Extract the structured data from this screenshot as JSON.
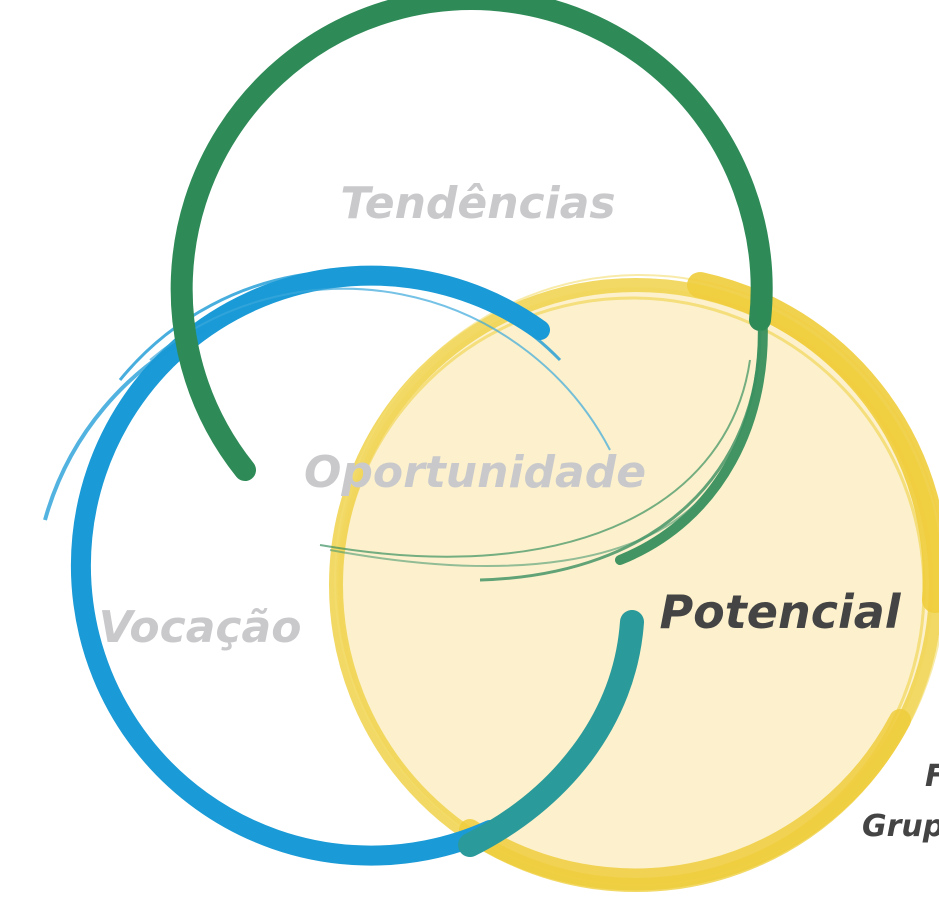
{
  "colors": {
    "background": "#ffffff",
    "green_ring": "#2e8b57",
    "blue_ring": "#1a9ad6",
    "yellow_ring": "#f0d24a",
    "yellow_fill": "#fcefc6",
    "teal_overlap": "#2a9a9a",
    "muted_label": "#c9c9cc",
    "active_label": "#444444"
  },
  "labels": {
    "tendencias": "Tendências",
    "oportunidade": "Oportunidade",
    "vocacao": "Vocação",
    "potencial": "Potencial",
    "cropped_line_1": "F",
    "cropped_line_2": "Grup"
  },
  "icons": {
    "green_ring": "brush-stroke-circle",
    "blue_ring": "brush-stroke-circle",
    "yellow_ring": "brush-stroke-circle-filled"
  }
}
